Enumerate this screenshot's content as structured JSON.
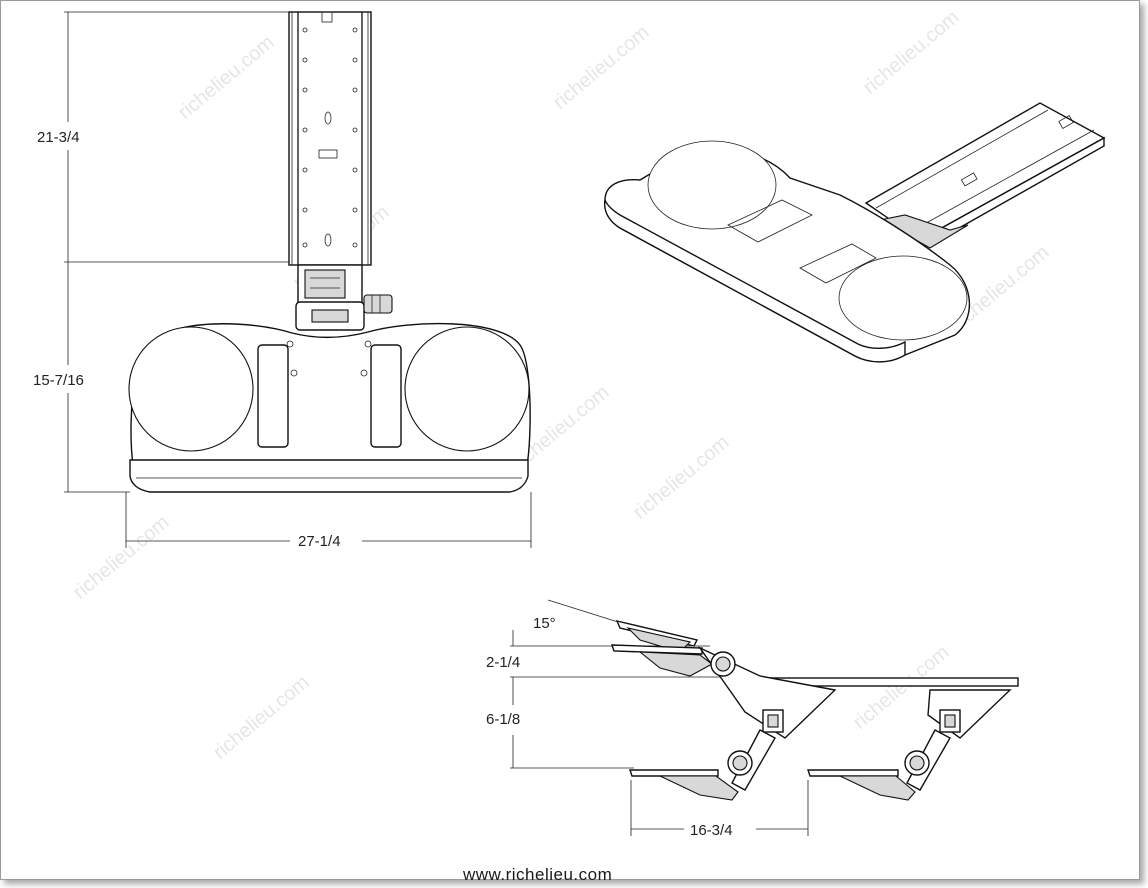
{
  "dimensions": {
    "height_upper": "21-3/4",
    "height_lower": "15-7/16",
    "width": "27-1/4",
    "angle": "15°",
    "rise": "2-1/4",
    "drop": "6-1/8",
    "travel": "16-3/4"
  },
  "footer": {
    "website": "www.richelieu.com"
  },
  "watermark": {
    "text": "richelieu.com"
  }
}
